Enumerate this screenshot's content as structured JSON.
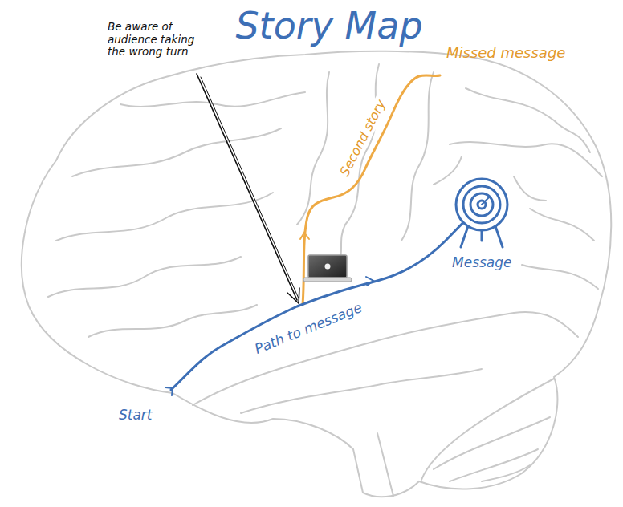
{
  "diagram": {
    "title": "Story Map",
    "labels": [
      "Be aware of audience taking the wrong turn",
      "Missed message",
      "Second story",
      "Path to message",
      "Start",
      "Message"
    ]
  }
}
